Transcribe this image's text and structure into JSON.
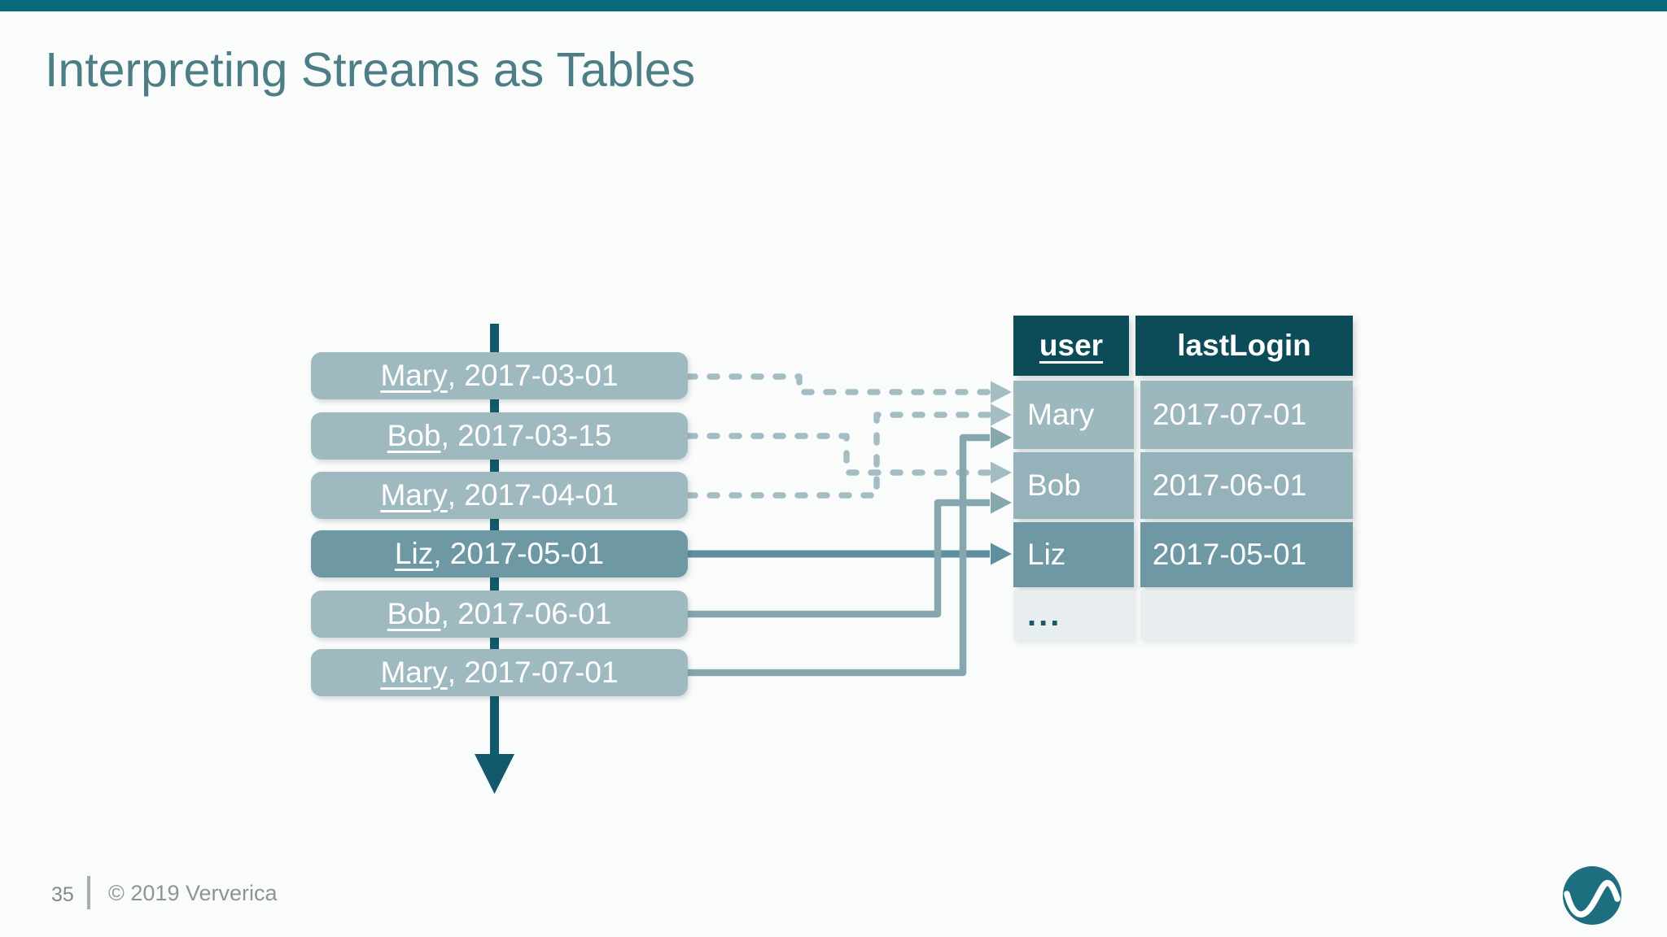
{
  "slide": {
    "title": "Interpreting Streams as Tables",
    "page_number": "35",
    "copyright": "© 2019 Ververica",
    "separator": ", "
  },
  "stream": {
    "events": [
      {
        "name": "Mary",
        "date": "2017-03-01",
        "style": "light"
      },
      {
        "name": "Bob",
        "date": "2017-03-15",
        "style": "light"
      },
      {
        "name": "Mary",
        "date": "2017-04-01",
        "style": "light"
      },
      {
        "name": "Liz",
        "date": "2017-05-01",
        "style": "dark"
      },
      {
        "name": "Bob",
        "date": "2017-06-01",
        "style": "light"
      },
      {
        "name": "Mary",
        "date": "2017-07-01",
        "style": "light"
      }
    ]
  },
  "table": {
    "headers": [
      "user",
      "lastLogin"
    ],
    "rows": [
      {
        "user": "Mary",
        "lastLogin": "2017-07-01",
        "style": "light"
      },
      {
        "user": "Bob",
        "lastLogin": "2017-06-01",
        "style": "light"
      },
      {
        "user": "Liz",
        "lastLogin": "2017-05-01",
        "style": "dark"
      },
      {
        "user": "...",
        "lastLogin": "",
        "style": "ellipsis"
      }
    ]
  },
  "links": [
    {
      "from_event": "Mary, 2017-03-01",
      "to_row": "Mary",
      "style": "dashed"
    },
    {
      "from_event": "Bob, 2017-03-15",
      "to_row": "Bob",
      "style": "dashed"
    },
    {
      "from_event": "Mary, 2017-04-01",
      "to_row": "Mary",
      "style": "dashed"
    },
    {
      "from_event": "Liz, 2017-05-01",
      "to_row": "Liz",
      "style": "solid"
    },
    {
      "from_event": "Bob, 2017-06-01",
      "to_row": "Bob",
      "style": "solid"
    },
    {
      "from_event": "Mary, 2017-07-01",
      "to_row": "Mary",
      "style": "solid"
    }
  ],
  "icons": {
    "logo": "ververica-wave-logo"
  },
  "colors": {
    "top_bar": "#086a7a",
    "title_text": "#4e7e85",
    "box_light": "#9fb9c0",
    "box_dark": "#6e99a4",
    "axis": "#12596b",
    "dashed_arrow": "#a4bcc3",
    "solid_arrow": "#87a7af",
    "solid_dark": "#5d8f9c",
    "header_bg": "#0c4c59",
    "row_light1": "#9db7be",
    "row_light2": "#95b1b9",
    "row_dark": "#6e99a4",
    "row_ellipsis": "#e8edef",
    "ellipsis_text": "#1a5a68",
    "footer_text": "#8f9496",
    "logo": "#1d6f80",
    "page_bg": "#fafbfb"
  }
}
